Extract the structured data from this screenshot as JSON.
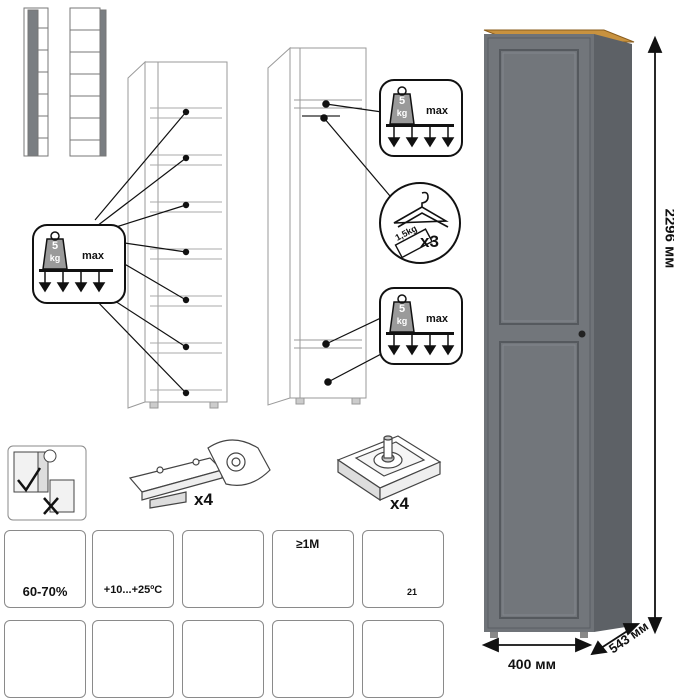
{
  "load_badges": [
    {
      "weight": "5",
      "unit": "kg",
      "max": "max"
    },
    {
      "weight": "5",
      "unit": "kg",
      "max": "max"
    },
    {
      "weight": "5",
      "unit": "kg",
      "max": "max"
    }
  ],
  "hanger_badge": {
    "load": "1,5kg",
    "count": "x3"
  },
  "hardware": {
    "hinge_count": "x4",
    "foot_count": "x4"
  },
  "care_icons": {
    "humidity": "60-70%",
    "temperature": "+10...+25ºC",
    "distance": "≥1M",
    "tile_number": "21"
  },
  "dimensions": {
    "height": "2296 мм",
    "width": "400 мм",
    "depth": "543 мм"
  },
  "colors": {
    "cabinet": "#6f7378",
    "cabinet_dark": "#5d6166",
    "top_wood": "#c8923f",
    "line": "#111111",
    "badge_gray": "#9a9a9a"
  }
}
